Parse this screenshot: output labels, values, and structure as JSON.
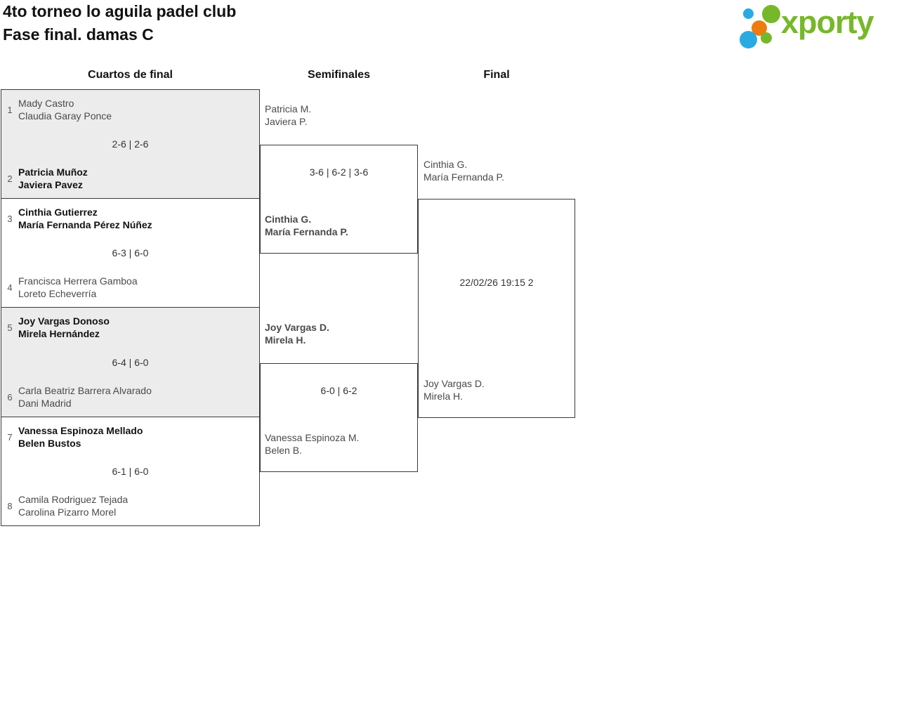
{
  "header": {
    "title_line1": "4to torneo lo aguila padel club",
    "title_line2": "Fase final. damas C"
  },
  "logo": {
    "text": "xporty",
    "green": "#76b82a",
    "blue": "#29abe2",
    "orange": "#ec7c10"
  },
  "columns": {
    "quarterfinals_label": "Cuartos de final",
    "semifinals_label": "Semifinales",
    "final_label": "Final"
  },
  "quarterfinals": [
    {
      "seed_top": "1",
      "team_top_line1": "Mady Castro",
      "team_top_line2": "Claudia Garay Ponce",
      "team_top_winner": false,
      "score": "2-6 | 2-6",
      "seed_bottom": "2",
      "team_bottom_line1": "Patricia Muñoz",
      "team_bottom_line2": "Javiera Pavez",
      "team_bottom_winner": true
    },
    {
      "seed_top": "3",
      "team_top_line1": "Cinthia Gutierrez",
      "team_top_line2": "María Fernanda Pérez Núñez",
      "team_top_winner": true,
      "score": "6-3 | 6-0",
      "seed_bottom": "4",
      "team_bottom_line1": "Francisca Herrera Gamboa",
      "team_bottom_line2": "Loreto Echeverría",
      "team_bottom_winner": false
    },
    {
      "seed_top": "5",
      "team_top_line1": "Joy Vargas Donoso",
      "team_top_line2": "Mirela Hernández",
      "team_top_winner": true,
      "score": "6-4 | 6-0",
      "seed_bottom": "6",
      "team_bottom_line1": "Carla Beatriz Barrera Alvarado",
      "team_bottom_line2": "Dani Madrid",
      "team_bottom_winner": false
    },
    {
      "seed_top": "7",
      "team_top_line1": "Vanessa Espinoza Mellado",
      "team_top_line2": "Belen Bustos",
      "team_top_winner": true,
      "score": "6-1 | 6-0",
      "seed_bottom": "8",
      "team_bottom_line1": "Camila Rodriguez Tejada",
      "team_bottom_line2": "Carolina Pizarro Morel",
      "team_bottom_winner": false
    }
  ],
  "semifinals": [
    {
      "team_top_line1": "Patricia M.",
      "team_top_line2": "Javiera P.",
      "team_top_winner": false,
      "score": "3-6 | 6-2 | 3-6",
      "team_bottom_line1": "Cinthia G.",
      "team_bottom_line2": "María Fernanda P.",
      "team_bottom_winner": true
    },
    {
      "team_top_line1": "Joy Vargas D.",
      "team_top_line2": "Mirela H.",
      "team_top_winner": true,
      "score": "6-0 | 6-2",
      "team_bottom_line1": "Vanessa Espinoza M.",
      "team_bottom_line2": "Belen B.",
      "team_bottom_winner": false
    }
  ],
  "final": {
    "team_top_line1": "Cinthia G.",
    "team_top_line2": "María Fernanda P.",
    "team_top_winner": false,
    "schedule": "22/02/26 19:15 2",
    "team_bottom_line1": "Joy Vargas D.",
    "team_bottom_line2": "Mirela H.",
    "team_bottom_winner": false
  }
}
